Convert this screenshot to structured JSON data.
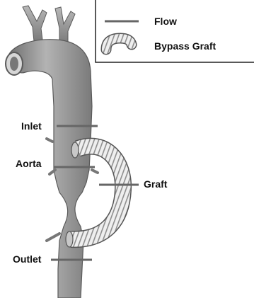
{
  "legend": {
    "items": [
      {
        "label": "Flow",
        "swatch": "line"
      },
      {
        "label": "Bypass Graft",
        "swatch": "coil"
      }
    ]
  },
  "labels": {
    "inlet": "Inlet",
    "aorta": "Aorta",
    "graft": "Graft",
    "outlet": "Outlet"
  },
  "colors": {
    "vessel": "#999999",
    "vessel_edge": "#5a5a5a",
    "marker": "#666666",
    "graft_light": "#f2f2f2",
    "graft_dark": "#8c8c8c",
    "legend_border": "#222222"
  }
}
